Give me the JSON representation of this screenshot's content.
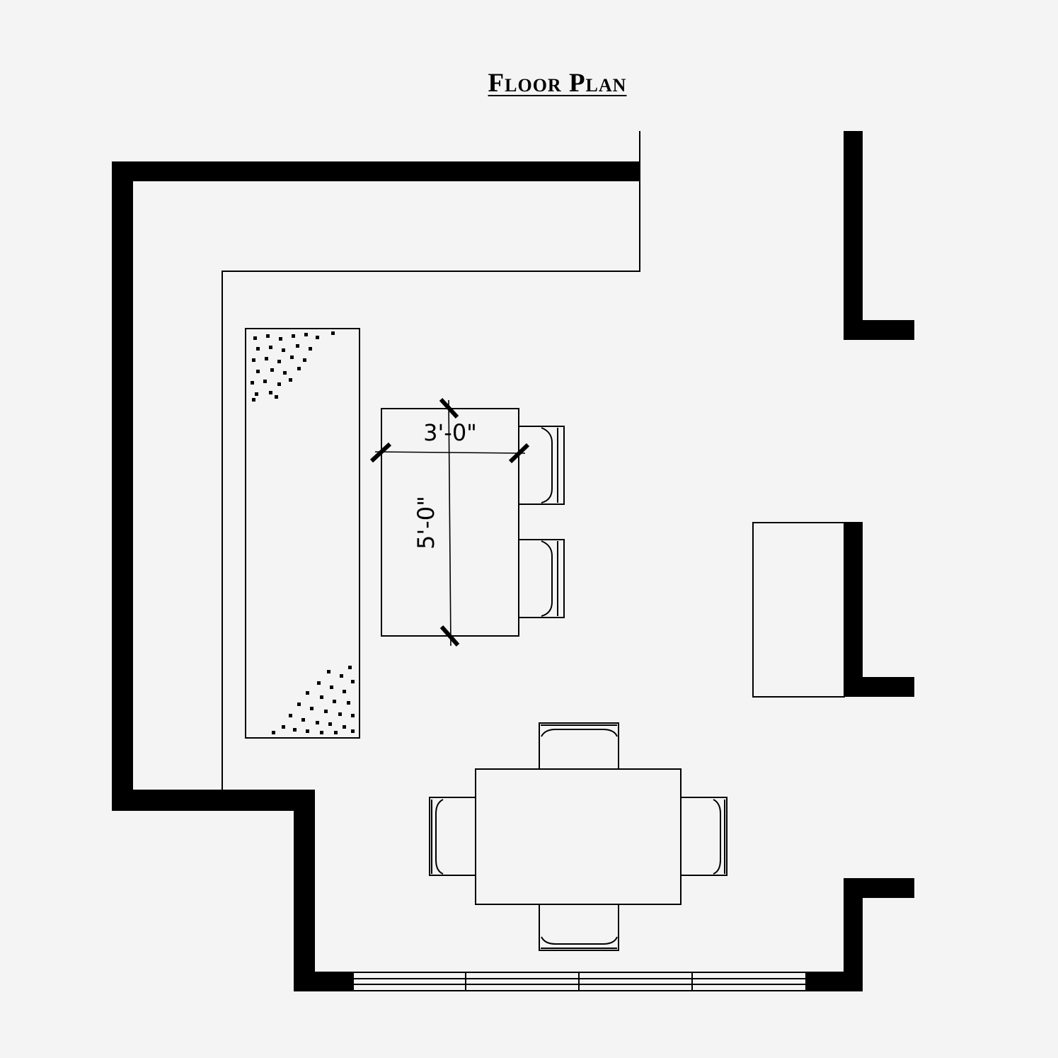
{
  "title": "Floor Plan",
  "dimensions": {
    "table_width": "3'-0\"",
    "table_length": "5'-0\""
  },
  "colors": {
    "background": "#f4f4f4",
    "lines": "#000000"
  }
}
